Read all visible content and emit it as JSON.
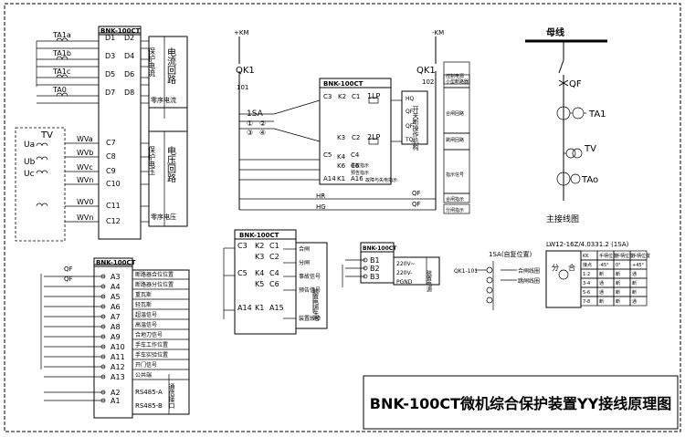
{
  "title": "BNK-100CT微机综合保护装置YY接线原理图",
  "device_label": "BNK-100CT",
  "ct_block": {
    "inputs": [
      "TA1a",
      "TA1b",
      "TA1c",
      "TA0"
    ],
    "terminals_left": [
      "D1",
      "D3",
      "D5",
      "D7"
    ],
    "terminals_right": [
      "D2",
      "D4",
      "D6",
      "D8"
    ],
    "group_current": "保护电流",
    "zero_current": "零序电流",
    "circuit_current": "电流回路"
  },
  "vt_block": {
    "tv": "TV",
    "phases": [
      "Ua",
      "Ub",
      "Uc"
    ],
    "wires": [
      "WVa",
      "WVb",
      "WVc",
      "WVn",
      "WV0",
      "WVn"
    ],
    "terminals": [
      "C7",
      "C8",
      "C9",
      "C10",
      "C11",
      "C12"
    ],
    "group_voltage": "保护电压",
    "zero_voltage": "零序电压",
    "circuit_voltage": "电压回路"
  },
  "control": {
    "km_plus": "+KM",
    "km_minus": "-KM",
    "qk1": "QK1",
    "n101": "101",
    "n102": "102",
    "sa": "1SA",
    "circle1": "①",
    "circle2": "②",
    "circle3": "③",
    "circle4": "④",
    "lp1": "1LP",
    "lp2": "2LP",
    "terms": [
      "C3",
      "K2",
      "C1",
      "K3",
      "C2",
      "C5",
      "K4",
      "C4",
      "K6",
      "C6",
      "A14",
      "K1",
      "A16"
    ],
    "hq": "HQ",
    "tq": "TQ",
    "qf": "QF",
    "hr": "HR",
    "hg": "HG",
    "mech": "开关断操作机构",
    "right_labels": [
      "控制电源",
      "小型断路器",
      "合闸回路",
      "跳闸回路",
      "指示信号",
      "合闸指示",
      "分闸指示"
    ],
    "small_labels": [
      "事故指示",
      "预告指示",
      "故障与失电指示"
    ]
  },
  "signal_block": {
    "terms_left": [
      "C3",
      "C5",
      "A14"
    ],
    "terms_mid": [
      "K2",
      "K3",
      "K4",
      "K5",
      "K1"
    ],
    "terms_right": [
      "C1",
      "C2",
      "C4",
      "C6",
      "A15"
    ],
    "labels": [
      "合闸",
      "分闸",
      "事故信号",
      "预告信号",
      "装置故障"
    ],
    "power_loss": "装置电源失电"
  },
  "power_block": {
    "terms": [
      "B1",
      "B2",
      "B3"
    ],
    "ac": "220V~",
    "dc": "220V-",
    "pgnd": "PGND",
    "label": "装置电源"
  },
  "input_block": {
    "qf": "QF",
    "terms": [
      "A3",
      "A4",
      "A5",
      "A6",
      "A7",
      "A8",
      "A9",
      "A10",
      "A11",
      "A12",
      "A13",
      "A2",
      "A1"
    ],
    "labels": [
      "断路器合位位置",
      "断路器分位位置",
      "重瓦斯",
      "轻瓦斯",
      "超温信号",
      "高温信号",
      "合地刀信号",
      "手车工作位置",
      "手车实验位置",
      "开门信号",
      "公共端"
    ],
    "rs485": [
      "RS485-A",
      "RS485-B"
    ],
    "comm": "通信接口"
  },
  "switch_block": {
    "sa_label": "1SA(自复位置)",
    "n101": "QK1-101",
    "close": "合闸线圈",
    "trip": "跳闸线圈",
    "model": "LW12-16Z/4.0331.2 (1SA)",
    "fen": "分",
    "he": "合",
    "table_header": [
      "KK",
      "手柄位置",
      "手柄位置",
      "手柄位置"
    ],
    "table_rows": [
      [
        "接点",
        "-45°",
        "0°",
        "+45°"
      ],
      [
        "1-2",
        "断",
        "断",
        "通"
      ],
      [
        "3-4",
        "通",
        "断",
        "断"
      ],
      [
        "5-6",
        "通",
        "断",
        "断"
      ],
      [
        "7-8",
        "断",
        "断",
        "通"
      ]
    ]
  },
  "one_line": {
    "bus": "母线",
    "qf": "QF",
    "ta1": "TA1",
    "tv": "TV",
    "tao": "TAo",
    "caption": "主接线图"
  }
}
